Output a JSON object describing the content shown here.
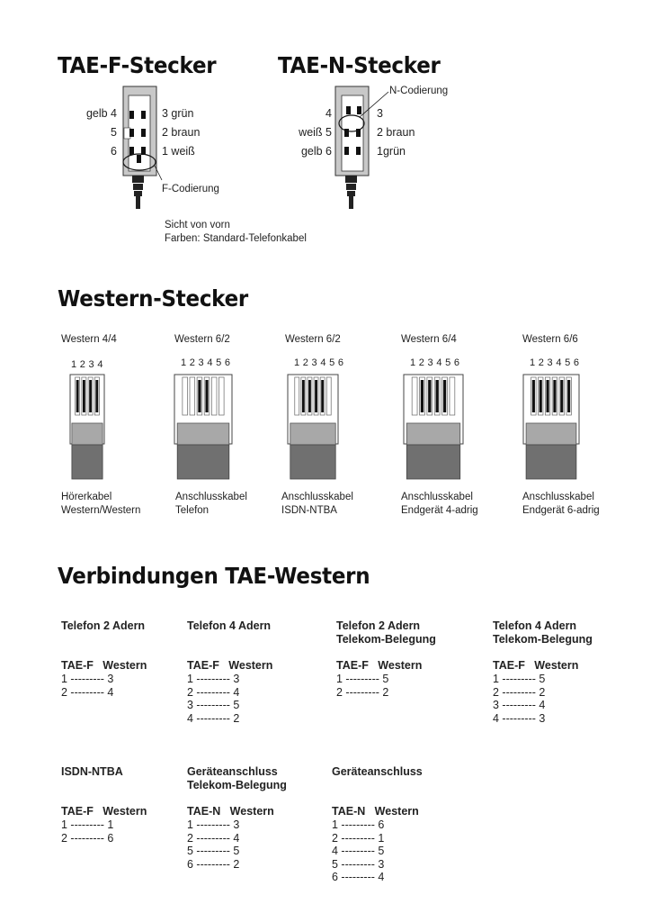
{
  "tae": {
    "f_title": "TAE-F-Stecker",
    "n_title": "TAE-N-Stecker",
    "f_left": [
      "gelb 4",
      "5",
      "6"
    ],
    "f_right": [
      "3  grün",
      "2 braun",
      "1 weiß"
    ],
    "f_coding": "F-Codierung",
    "n_coding": "N-Codierung",
    "n_left": [
      "4",
      "weiß 5",
      "gelb 6"
    ],
    "n_right": [
      "3",
      "2 braun",
      "1grün"
    ],
    "note1": "Sicht von vorn",
    "note2": "Farben: Standard-Telefonkabel"
  },
  "western": {
    "title": "Western-Stecker",
    "plugs": [
      {
        "name": "Western 4/4",
        "pins": "1 2 3 4",
        "label1": "Hörerkabel",
        "label2": "Western/Western"
      },
      {
        "name": "Western 6/2",
        "pins": "1 2 3 4 5 6",
        "label1": "Anschlusskabel",
        "label2": "Telefon"
      },
      {
        "name": "Western 6/2",
        "pins": "1 2 3 4 5 6",
        "label1": "Anschlusskabel",
        "label2": "ISDN-NTBA"
      },
      {
        "name": "Western 6/4",
        "pins": "1 2 3 4 5 6",
        "label1": "Anschlusskabel",
        "label2": "Endgerät 4-adrig"
      },
      {
        "name": "Western 6/6",
        "pins": "1 2 3 4 5 6",
        "label1": "Anschlusskabel",
        "label2": "Endgerät 6-adrig"
      }
    ]
  },
  "verbindungen": {
    "title": "Verbindungen TAE-Western",
    "blocks": [
      {
        "title1": "Telefon 2 Adern",
        "title2": "",
        "header": "TAE-F   Western",
        "lines": [
          "1 --------- 3",
          "2 --------- 4"
        ]
      },
      {
        "title1": "Telefon 4 Adern",
        "title2": "",
        "header": "TAE-F   Western",
        "lines": [
          "1 --------- 3",
          "2 --------- 4",
          "3 --------- 5",
          "4 --------- 2"
        ]
      },
      {
        "title1": "Telefon 2 Adern",
        "title2": "Telekom-Belegung",
        "header": "TAE-F   Western",
        "lines": [
          "1 --------- 5",
          "2 --------- 2"
        ]
      },
      {
        "title1": "Telefon 4 Adern",
        "title2": "Telekom-Belegung",
        "header": "TAE-F   Western",
        "lines": [
          "1 --------- 5",
          "2 --------- 2",
          "3 --------- 4",
          "4 --------- 3"
        ]
      },
      {
        "title1": "ISDN-NTBA",
        "title2": "",
        "header": "TAE-F   Western",
        "lines": [
          "1 --------- 1",
          "2 --------- 6"
        ]
      },
      {
        "title1": "Geräteanschluss",
        "title2": "Telekom-Belegung",
        "header": "TAE-N   Western",
        "lines": [
          "1 --------- 3",
          "2 --------- 4",
          "5 --------- 5",
          "6 --------- 2"
        ]
      },
      {
        "title1": "Geräteanschluss",
        "title2": "",
        "header": "TAE-N   Western",
        "lines": [
          "1 --------- 6",
          "2 --------- 1",
          "4 --------- 5",
          "5 --------- 3",
          "6 --------- 4"
        ]
      }
    ]
  }
}
